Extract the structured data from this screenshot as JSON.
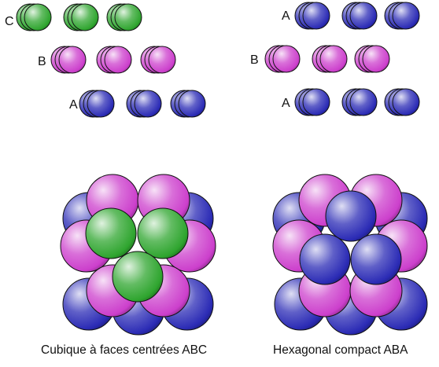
{
  "colors": {
    "layer_a": "#2b2bb5",
    "layer_b": "#cc3fcc",
    "layer_c": "#2fa52f",
    "outline": "#111111"
  },
  "panels": [
    {
      "id": "fcc",
      "caption": "Cubique à faces centrées ABC",
      "stacking": [
        {
          "label": "C",
          "color": "layer_c"
        },
        {
          "label": "B",
          "color": "layer_b"
        },
        {
          "label": "A",
          "color": "layer_a"
        }
      ]
    },
    {
      "id": "hcp",
      "caption": "Hexagonal compact ABA",
      "stacking": [
        {
          "label": "A",
          "color": "layer_a"
        },
        {
          "label": "B",
          "color": "layer_b"
        },
        {
          "label": "A",
          "color": "layer_a"
        }
      ]
    }
  ]
}
